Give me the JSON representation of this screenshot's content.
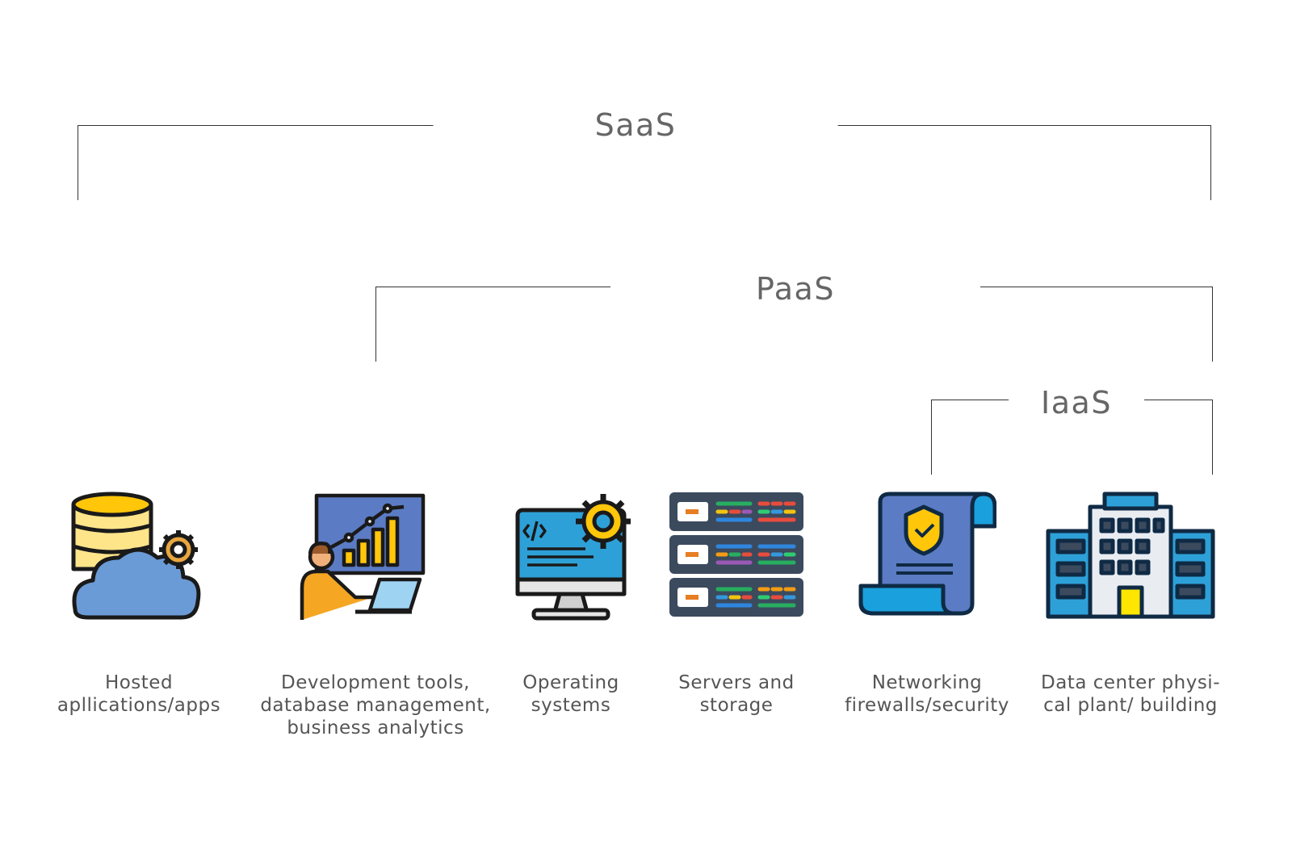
{
  "brackets": {
    "saas": "SaaS",
    "paas": "PaaS",
    "iaas": "IaaS"
  },
  "items": [
    {
      "label": "Hosted\napllications/apps",
      "icon": "cloud-database-gear-icon"
    },
    {
      "label": "Development tools,\ndatabase management,\nbusiness analytics",
      "icon": "analyst-chart-laptop-icon"
    },
    {
      "label": "Operating\nsystems",
      "icon": "monitor-code-gear-icon"
    },
    {
      "label": "Servers and\nstorage",
      "icon": "server-rack-icon"
    },
    {
      "label": "Networking\nfirewalls/security",
      "icon": "security-document-shield-icon"
    },
    {
      "label": "Data center physi-\ncal plant/ building",
      "icon": "office-building-icon"
    }
  ]
}
